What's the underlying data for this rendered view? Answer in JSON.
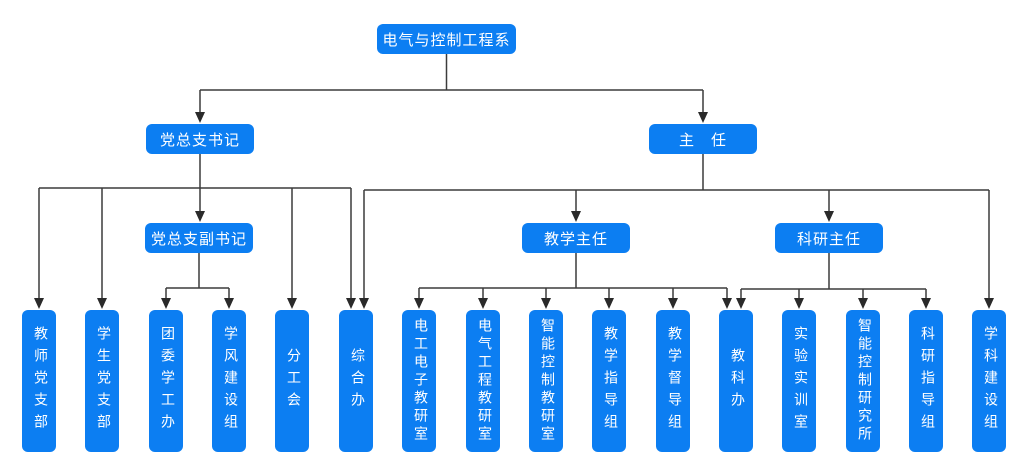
{
  "nodes": {
    "root": "电气与控制工程系",
    "party_secretary": "党总支书记",
    "director": "主　任",
    "deputy_party_secretary": "党总支副书记",
    "teaching_director": "教学主任",
    "research_director": "科研主任",
    "teacher_party_branch": "教师党支部",
    "student_party_branch": "学生党支部",
    "youth_league_student_affairs_office": "团委学工办",
    "study_style_construction_group": "学风建设组",
    "sub_union": "分工会",
    "general_office": "综合办",
    "electrical_electronics_teaching_office": "电工电子教研室",
    "electrical_engineering_teaching_office": "电气工程教研室",
    "intelligent_control_teaching_office": "智能控制教研室",
    "teaching_guidance_group": "教学指导组",
    "teaching_supervision_group": "教学督导组",
    "teaching_research_office": "教科办",
    "experiment_training_room": "实验实训室",
    "intelligent_control_institute": "智能控制研究所",
    "research_guidance_group": "科研指导组",
    "discipline_construction_group": "学科建设组"
  },
  "edges": [
    [
      "root",
      "party_secretary"
    ],
    [
      "root",
      "director"
    ],
    [
      "party_secretary",
      "teacher_party_branch"
    ],
    [
      "party_secretary",
      "student_party_branch"
    ],
    [
      "party_secretary",
      "deputy_party_secretary"
    ],
    [
      "party_secretary",
      "sub_union"
    ],
    [
      "party_secretary",
      "general_office"
    ],
    [
      "deputy_party_secretary",
      "youth_league_student_affairs_office"
    ],
    [
      "deputy_party_secretary",
      "study_style_construction_group"
    ],
    [
      "director",
      "general_office"
    ],
    [
      "director",
      "teaching_director"
    ],
    [
      "director",
      "research_director"
    ],
    [
      "director",
      "discipline_construction_group"
    ],
    [
      "teaching_director",
      "electrical_electronics_teaching_office"
    ],
    [
      "teaching_director",
      "electrical_engineering_teaching_office"
    ],
    [
      "teaching_director",
      "intelligent_control_teaching_office"
    ],
    [
      "teaching_director",
      "teaching_guidance_group"
    ],
    [
      "teaching_director",
      "teaching_supervision_group"
    ],
    [
      "teaching_director",
      "teaching_research_office"
    ],
    [
      "research_director",
      "teaching_research_office"
    ],
    [
      "research_director",
      "experiment_training_room"
    ],
    [
      "research_director",
      "intelligent_control_institute"
    ],
    [
      "research_director",
      "research_guidance_group"
    ]
  ],
  "colors": {
    "node_fill": "#0c7ef2",
    "node_text": "#ffffff",
    "connector_line": "#3c3c3c",
    "arrowhead": "#2a2a2a",
    "background": "#ffffff"
  }
}
